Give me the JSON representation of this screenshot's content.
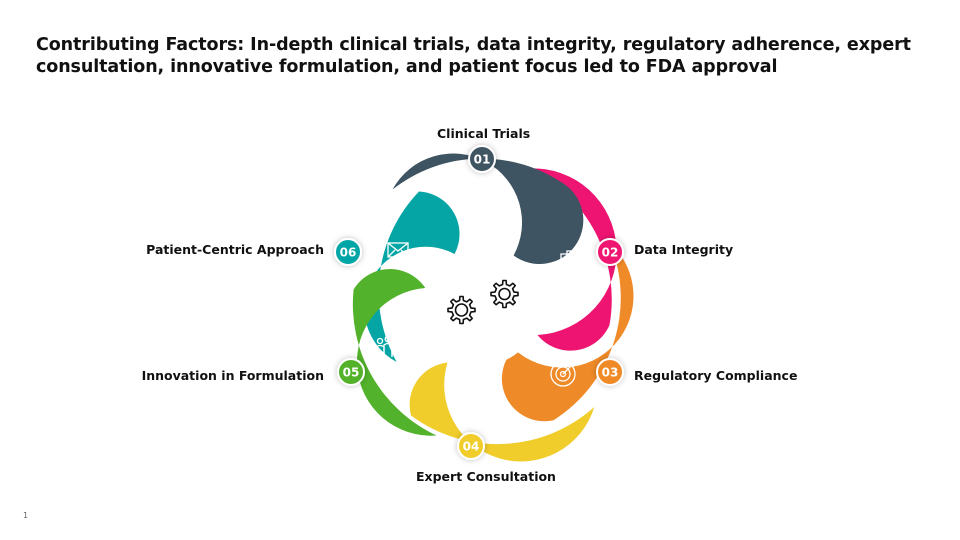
{
  "title": "Contributing Factors: In-depth clinical trials, data integrity, regulatory adherence, expert consultation, innovative formulation, and patient focus led to FDA approval",
  "page_number": "1",
  "segments": [
    {
      "number": "01",
      "label": "Clinical Trials",
      "color": "#3f5462",
      "icon": "presentation-chart-icon"
    },
    {
      "number": "02",
      "label": "Data Integrity",
      "color": "#ee1471",
      "icon": "checklist-icon"
    },
    {
      "number": "03",
      "label": "Regulatory Compliance",
      "color": "#ef8a28",
      "icon": "target-icon"
    },
    {
      "number": "04",
      "label": "Expert Consultation",
      "color": "#f0cd2b",
      "icon": "document-search-icon"
    },
    {
      "number": "05",
      "label": "Innovation in Formulation",
      "color": "#52b22b",
      "icon": "team-icon"
    },
    {
      "number": "06",
      "label": "Patient-Centric Approach",
      "color": "#06a5a5",
      "icon": "envelope-icon"
    }
  ],
  "center_icon": "gears-icon"
}
